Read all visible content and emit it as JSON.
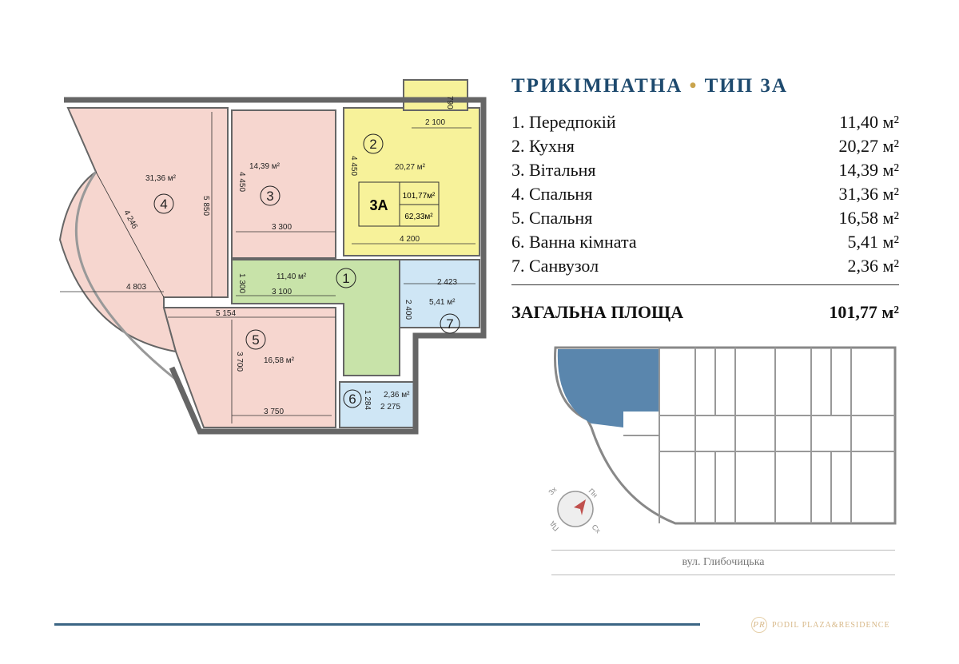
{
  "title": {
    "main": "ТРИКІМНАТНА",
    "dot": "•",
    "type": "ТИП 3А"
  },
  "rooms": [
    {
      "label": "1. Передпокій",
      "area": "11,40 м²"
    },
    {
      "label": "2. Кухня",
      "area": "20,27 м²"
    },
    {
      "label": "3. Вітальня",
      "area": "14,39 м²"
    },
    {
      "label": "4. Спальня",
      "area": "31,36 м²"
    },
    {
      "label": "5. Спальня",
      "area": "16,58 м²"
    },
    {
      "label": "6. Ванна кімната",
      "area": "5,41 м²"
    },
    {
      "label": "7. Санвузол",
      "area": "2,36 м²"
    }
  ],
  "total": {
    "label": "ЗАГАЛЬНА ПЛОЩА",
    "area": "101,77 м²"
  },
  "plan": {
    "numbers": [
      "1",
      "2",
      "3",
      "4",
      "5",
      "6",
      "7"
    ],
    "areas": {
      "r1": "11,40 м²",
      "r2": "20,27 м²",
      "r3": "14,39 м²",
      "r4": "31,36 м²",
      "r5": "16,58 м²",
      "r6": "2,36 м²",
      "r7": "5,41 м²"
    },
    "badge": {
      "type": "3А",
      "total": "101,77м²",
      "living": "62,33м²"
    },
    "dims": [
      "790",
      "2 100",
      "4 450",
      "4 450",
      "5 850",
      "4 246",
      "3 300",
      "4 200",
      "1 300",
      "3 100",
      "4 803",
      "5 154",
      "2 423",
      "2 400",
      "3 700",
      "3 750",
      "1 284",
      "2 275"
    ],
    "colors": {
      "bedroom": "#f6d6cf",
      "kitchen": "#f7f29a",
      "hall": "#c8e3a9",
      "bath": "#cfe6f5",
      "wall": "#666666"
    }
  },
  "compass": {
    "n": "Пн",
    "s": "Пд",
    "e": "Сх",
    "w": "Зх"
  },
  "street": "вул. Глибочицька",
  "logo": {
    "mark": "PR",
    "text": "PODIL PLAZA&RESIDENCE"
  },
  "colors": {
    "title": "#1e4a6e",
    "accent": "#c9a44c",
    "highlight": "#5a86ad"
  }
}
